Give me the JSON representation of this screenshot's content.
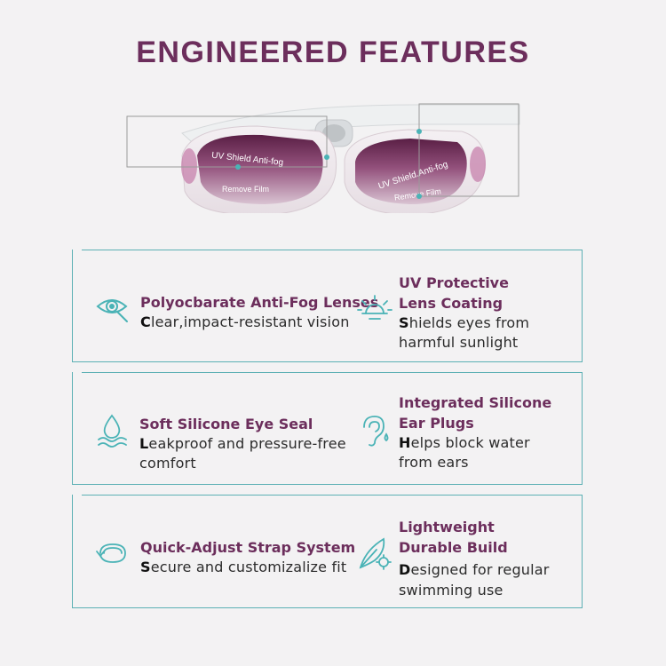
{
  "title": "ENGINEERED FEATURES",
  "lens_print": {
    "left_top": "UV Shield Anti-fog",
    "left_bottom": "Remove Film",
    "right_top": "UV Shield.Anti-fog",
    "right_bottom": "Remove Film"
  },
  "features": [
    {
      "icon": "eye-icon",
      "title_lines": [
        "Polyocbarate Anti-Fog Lenses"
      ],
      "desc_lines": [
        "Clear,impact-resistant vision"
      ]
    },
    {
      "icon": "sun-icon",
      "title_lines": [
        "UV Protective",
        "Lens Coating"
      ],
      "desc_lines": [
        "Shields eyes from",
        "harmful sunlight"
      ]
    },
    {
      "icon": "water-drop-icon",
      "title_lines": [
        "Soft Silicone Eye Seal"
      ],
      "desc_lines": [
        "Leakproof and pressure-free",
        "comfort"
      ]
    },
    {
      "icon": "ear-icon",
      "title_lines": [
        "Integrated Silicone",
        "Ear Plugs"
      ],
      "desc_lines": [
        "Helps block water",
        "from ears"
      ]
    },
    {
      "icon": "strap-loop-icon",
      "title_lines": [
        "Quick-Adjust Strap System"
      ],
      "desc_lines": [
        "Secure and customizalize fit"
      ]
    },
    {
      "icon": "feather-gear-icon",
      "title_lines": [
        "Lightweight",
        "Durable Build"
      ],
      "desc_lines": [
        "Designed for regular",
        " swimming use"
      ]
    }
  ],
  "colors": {
    "accent": "#6c2e5c",
    "teal": "#5cb0b4",
    "background": "#f3f2f3"
  }
}
